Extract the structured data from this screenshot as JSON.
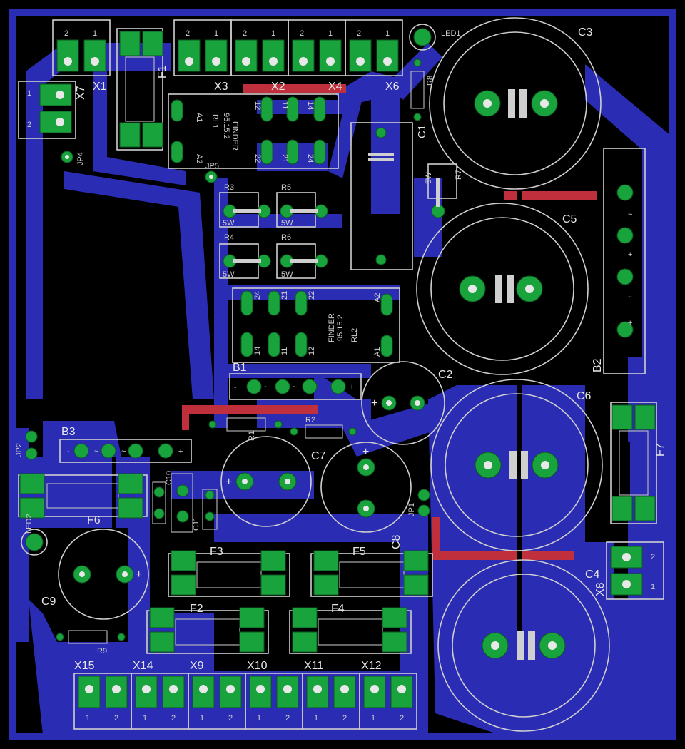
{
  "colors": {
    "background": "#000000",
    "copper_bottom": "#2a2cb3",
    "copper_top": "#c0303c",
    "pad": "#18a33c",
    "silkscreen": "#cfcfcf"
  },
  "components": {
    "X1": "X1",
    "X3": "X3",
    "X2": "X2",
    "X4": "X4",
    "X6": "X6",
    "X7": "X7",
    "F1": "F1",
    "F2": "F2",
    "F3": "F3",
    "F4": "F4",
    "F5": "F5",
    "F6": "F6",
    "F7": "F7",
    "RL1": "RL1",
    "RL2": "RL2",
    "R1": "R1",
    "R2": "R2",
    "R3": "R3",
    "R4": "R4",
    "R5": "R5",
    "R6": "R6",
    "R7": "R7",
    "R8": "R8",
    "R9": "R9",
    "C1": "C1",
    "C2": "C2",
    "C3": "C3",
    "C4": "C4",
    "C5": "C5",
    "C6": "C6",
    "C7": "C7",
    "C8": "C8",
    "C9": "C9",
    "C10": "C10",
    "C11": "C11",
    "B1": "B1",
    "B2": "B2",
    "B3": "B3",
    "JP1": "JP1",
    "JP2": "JP2",
    "JP4": "JP4",
    "JP5": "JP5",
    "LED1": "LED1",
    "LED2": "LED2",
    "X8": "X8",
    "X9": "X9",
    "X10": "X10",
    "X11": "X11",
    "X12": "X12",
    "X14": "X14",
    "X15": "X15"
  },
  "labels": {
    "relay_make": "FINDER",
    "relay_model": "95.15.2",
    "power_5w": "5W",
    "pin1": "1",
    "pin2": "2",
    "A1": "A1",
    "A2": "A2",
    "p11": "11",
    "p12": "12",
    "p14": "14",
    "p21": "21",
    "p22": "22",
    "p24": "24",
    "plus": "+",
    "tilde": "~",
    "minus": "-"
  }
}
